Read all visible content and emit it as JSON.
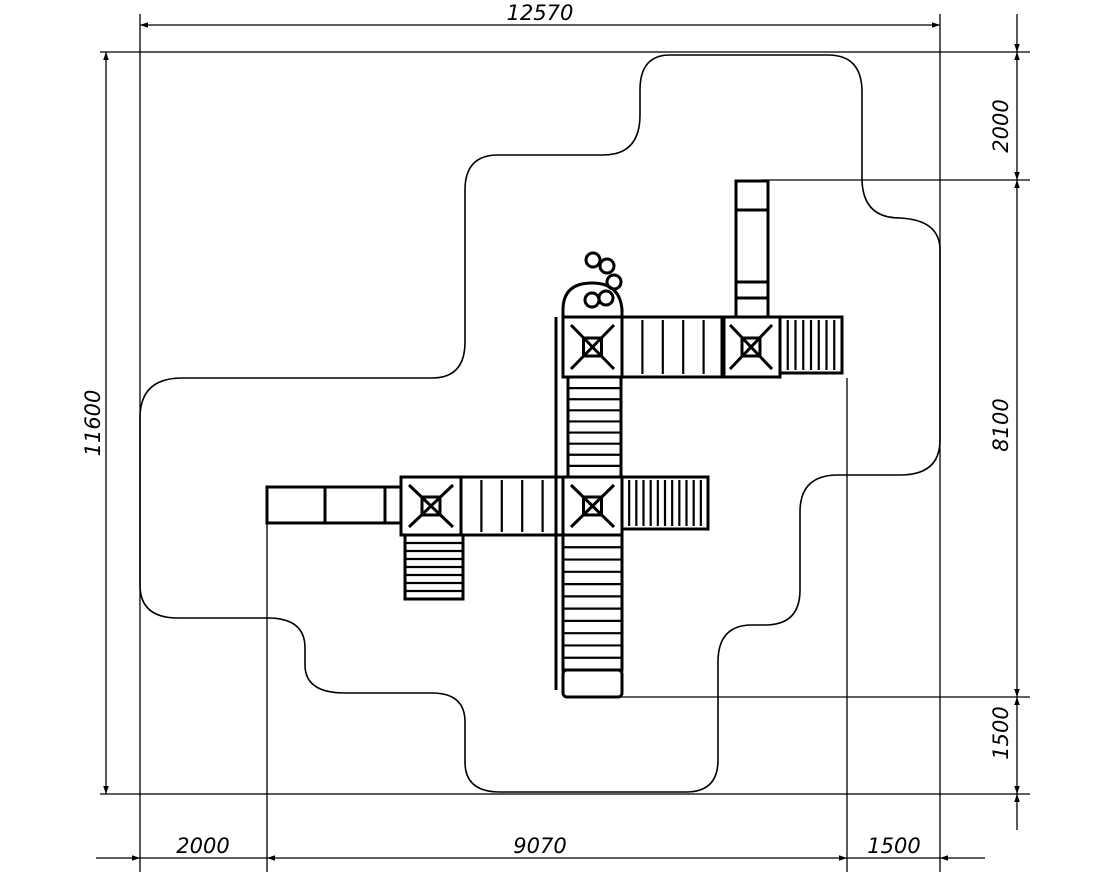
{
  "dimensions": {
    "overall_width": "12570",
    "overall_height": "11600",
    "right_top": "2000",
    "right_middle": "8100",
    "right_bottom": "1500",
    "bottom_left": "2000",
    "bottom_middle": "9070",
    "bottom_right": "1500"
  },
  "colors": {
    "line": "#000000",
    "background": "#ffffff"
  }
}
